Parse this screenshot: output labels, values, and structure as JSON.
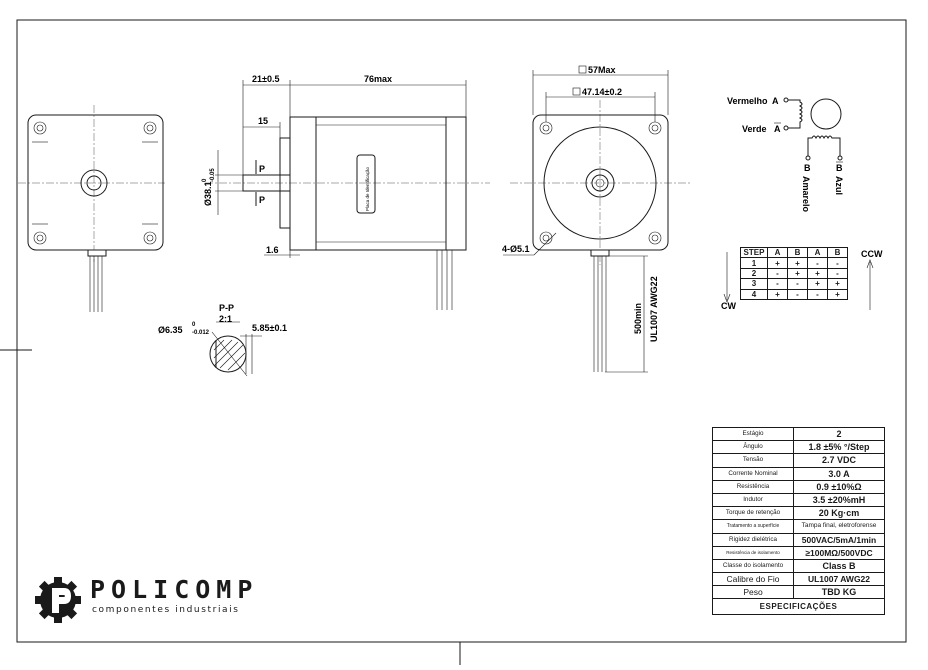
{
  "dimensions": {
    "front_length": "21±0.5",
    "body_length": "76max",
    "shaft_flat": "15",
    "shaft_diameter": "Ø38.1",
    "shaft_tol_top": "0",
    "shaft_tol_bottom": "-0.05",
    "flange": "1.6",
    "section_mark_top": "P",
    "section_mark_bottom": "P",
    "square_outer": "57Max",
    "square_inner": "47.14±0.2",
    "holes": "4-Ø5.1",
    "lead_length": "500min",
    "lead_spec": "UL1007 AWG22",
    "body_label": "Placa de Identificação",
    "section_title": "P-P",
    "section_scale": "2:1",
    "section_diameter": "Ø6.35",
    "section_tol_top": "0",
    "section_tol_bottom": "-0.012",
    "section_flat": "5.85±0.1"
  },
  "wiring": {
    "vermelho": "Vermelho",
    "a": "A",
    "verde": "Verde",
    "a_bar": "A",
    "b": "B",
    "b_bar": "B",
    "amarelo": "Amarelo",
    "azul": "Azul"
  },
  "step_table": {
    "header": [
      "STEP",
      "A",
      "B",
      "A",
      "B"
    ],
    "rows": [
      [
        "1",
        "+",
        "+",
        "-",
        "-"
      ],
      [
        "2",
        "-",
        "+",
        "+",
        "-"
      ],
      [
        "3",
        "-",
        "-",
        "+",
        "+"
      ],
      [
        "4",
        "+",
        "-",
        "-",
        "+"
      ]
    ],
    "ccw": "CCW",
    "cw": "CW"
  },
  "specs": {
    "rows": [
      {
        "key": "Estágio",
        "value": "2"
      },
      {
        "key": "Ângulo",
        "value": "1.8 ±5% °/Step"
      },
      {
        "key": "Tensão",
        "value": "2.7 VDC"
      },
      {
        "key": "Corrente Nominal",
        "value": "3.0 A"
      },
      {
        "key": "Resistência",
        "value": "0.9 ±10%Ω"
      },
      {
        "key": "Indutor",
        "value": "3.5 ±20%mH"
      },
      {
        "key": "Torque de retenção",
        "value": "20 Kg·cm"
      },
      {
        "key": "Tratamento a superfície",
        "value": "Tampa final, eletroforense"
      },
      {
        "key": "Rigidez dielétrica",
        "value": "500VAC/5mA/1min"
      },
      {
        "key": "Resistência de isolamento",
        "value": "≥100MΩ/500VDC"
      },
      {
        "key": "Classe do isolamento",
        "value": "Class B"
      },
      {
        "key": "Calibre do Fio",
        "value": "UL1007 AWG22"
      },
      {
        "key": "Peso",
        "value": "TBD KG"
      }
    ],
    "caption": "ESPECIFICAÇÕES"
  },
  "logo": {
    "name": "POLICOMP",
    "tagline": "componentes industriais"
  }
}
